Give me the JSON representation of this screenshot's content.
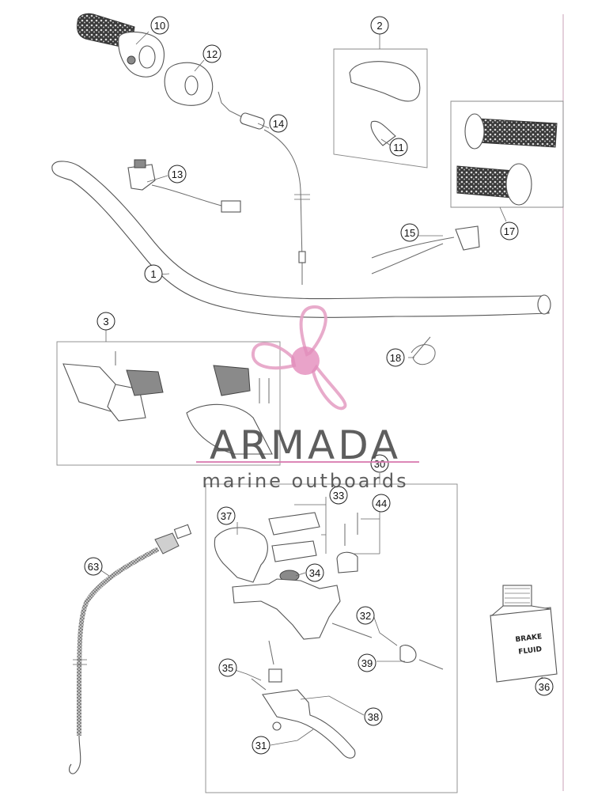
{
  "callouts": {
    "c1": "1",
    "c2": "2",
    "c3": "3",
    "c10": "10",
    "c11": "11",
    "c12": "12",
    "c13": "13",
    "c14": "14",
    "c15": "15",
    "c17": "17",
    "c18": "18",
    "c30": "30",
    "c31": "31",
    "c32": "32",
    "c33": "33",
    "c34": "34",
    "c35": "35",
    "c36": "36",
    "c37": "37",
    "c38": "38",
    "c39": "39",
    "c44": "44",
    "c63": "63"
  },
  "brake_fluid": {
    "line1": "BRAKE",
    "line2": "FLUID"
  },
  "watermark": {
    "brand": "ARMADA",
    "tagline": "marine outboards",
    "colors": {
      "propeller": "#e6a3c6",
      "hub": "#e07fb4",
      "text": "#4d4d4d",
      "underline": "#d97bb0"
    }
  },
  "colors": {
    "line": "#6b6b6b",
    "accent_grip": "#555555"
  }
}
